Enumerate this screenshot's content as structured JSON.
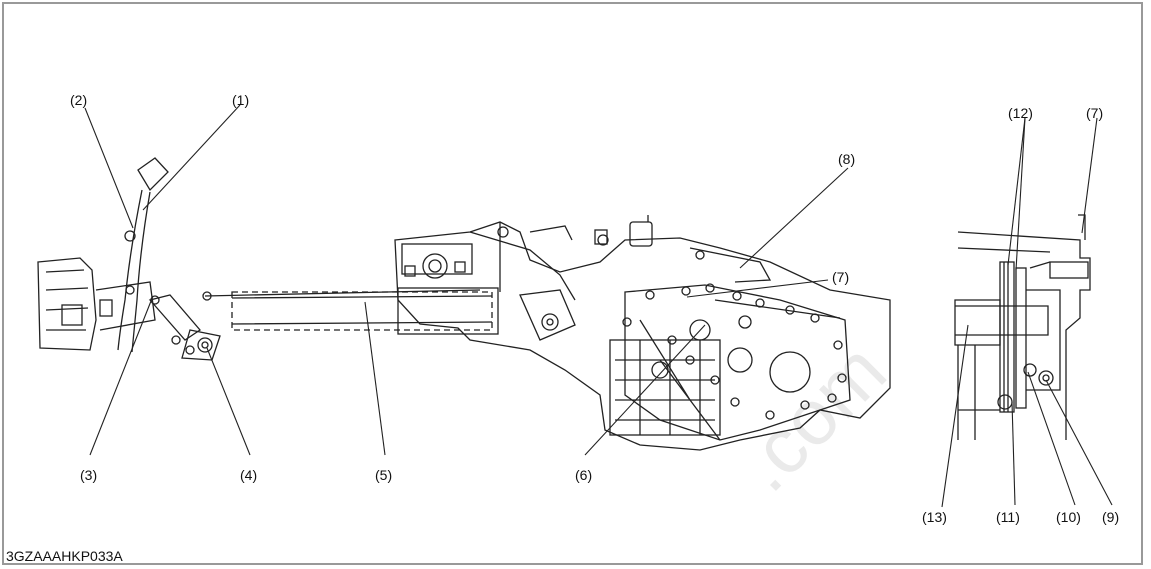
{
  "figure": {
    "part_code": "3GZAAAHKP033A",
    "watermark": ".com",
    "callouts": [
      {
        "id": "c1",
        "label": "(1)"
      },
      {
        "id": "c2",
        "label": "(2)"
      },
      {
        "id": "c3",
        "label": "(3)"
      },
      {
        "id": "c4",
        "label": "(4)"
      },
      {
        "id": "c5",
        "label": "(5)"
      },
      {
        "id": "c6",
        "label": "(6)"
      },
      {
        "id": "c7a",
        "label": "(7)"
      },
      {
        "id": "c8",
        "label": "(8)"
      },
      {
        "id": "c7b",
        "label": "(7)"
      },
      {
        "id": "c12",
        "label": "(12)"
      },
      {
        "id": "c13",
        "label": "(13)"
      },
      {
        "id": "c11",
        "label": "(11)"
      },
      {
        "id": "c10",
        "label": "(10)"
      },
      {
        "id": "c9",
        "label": "(9)"
      }
    ]
  }
}
